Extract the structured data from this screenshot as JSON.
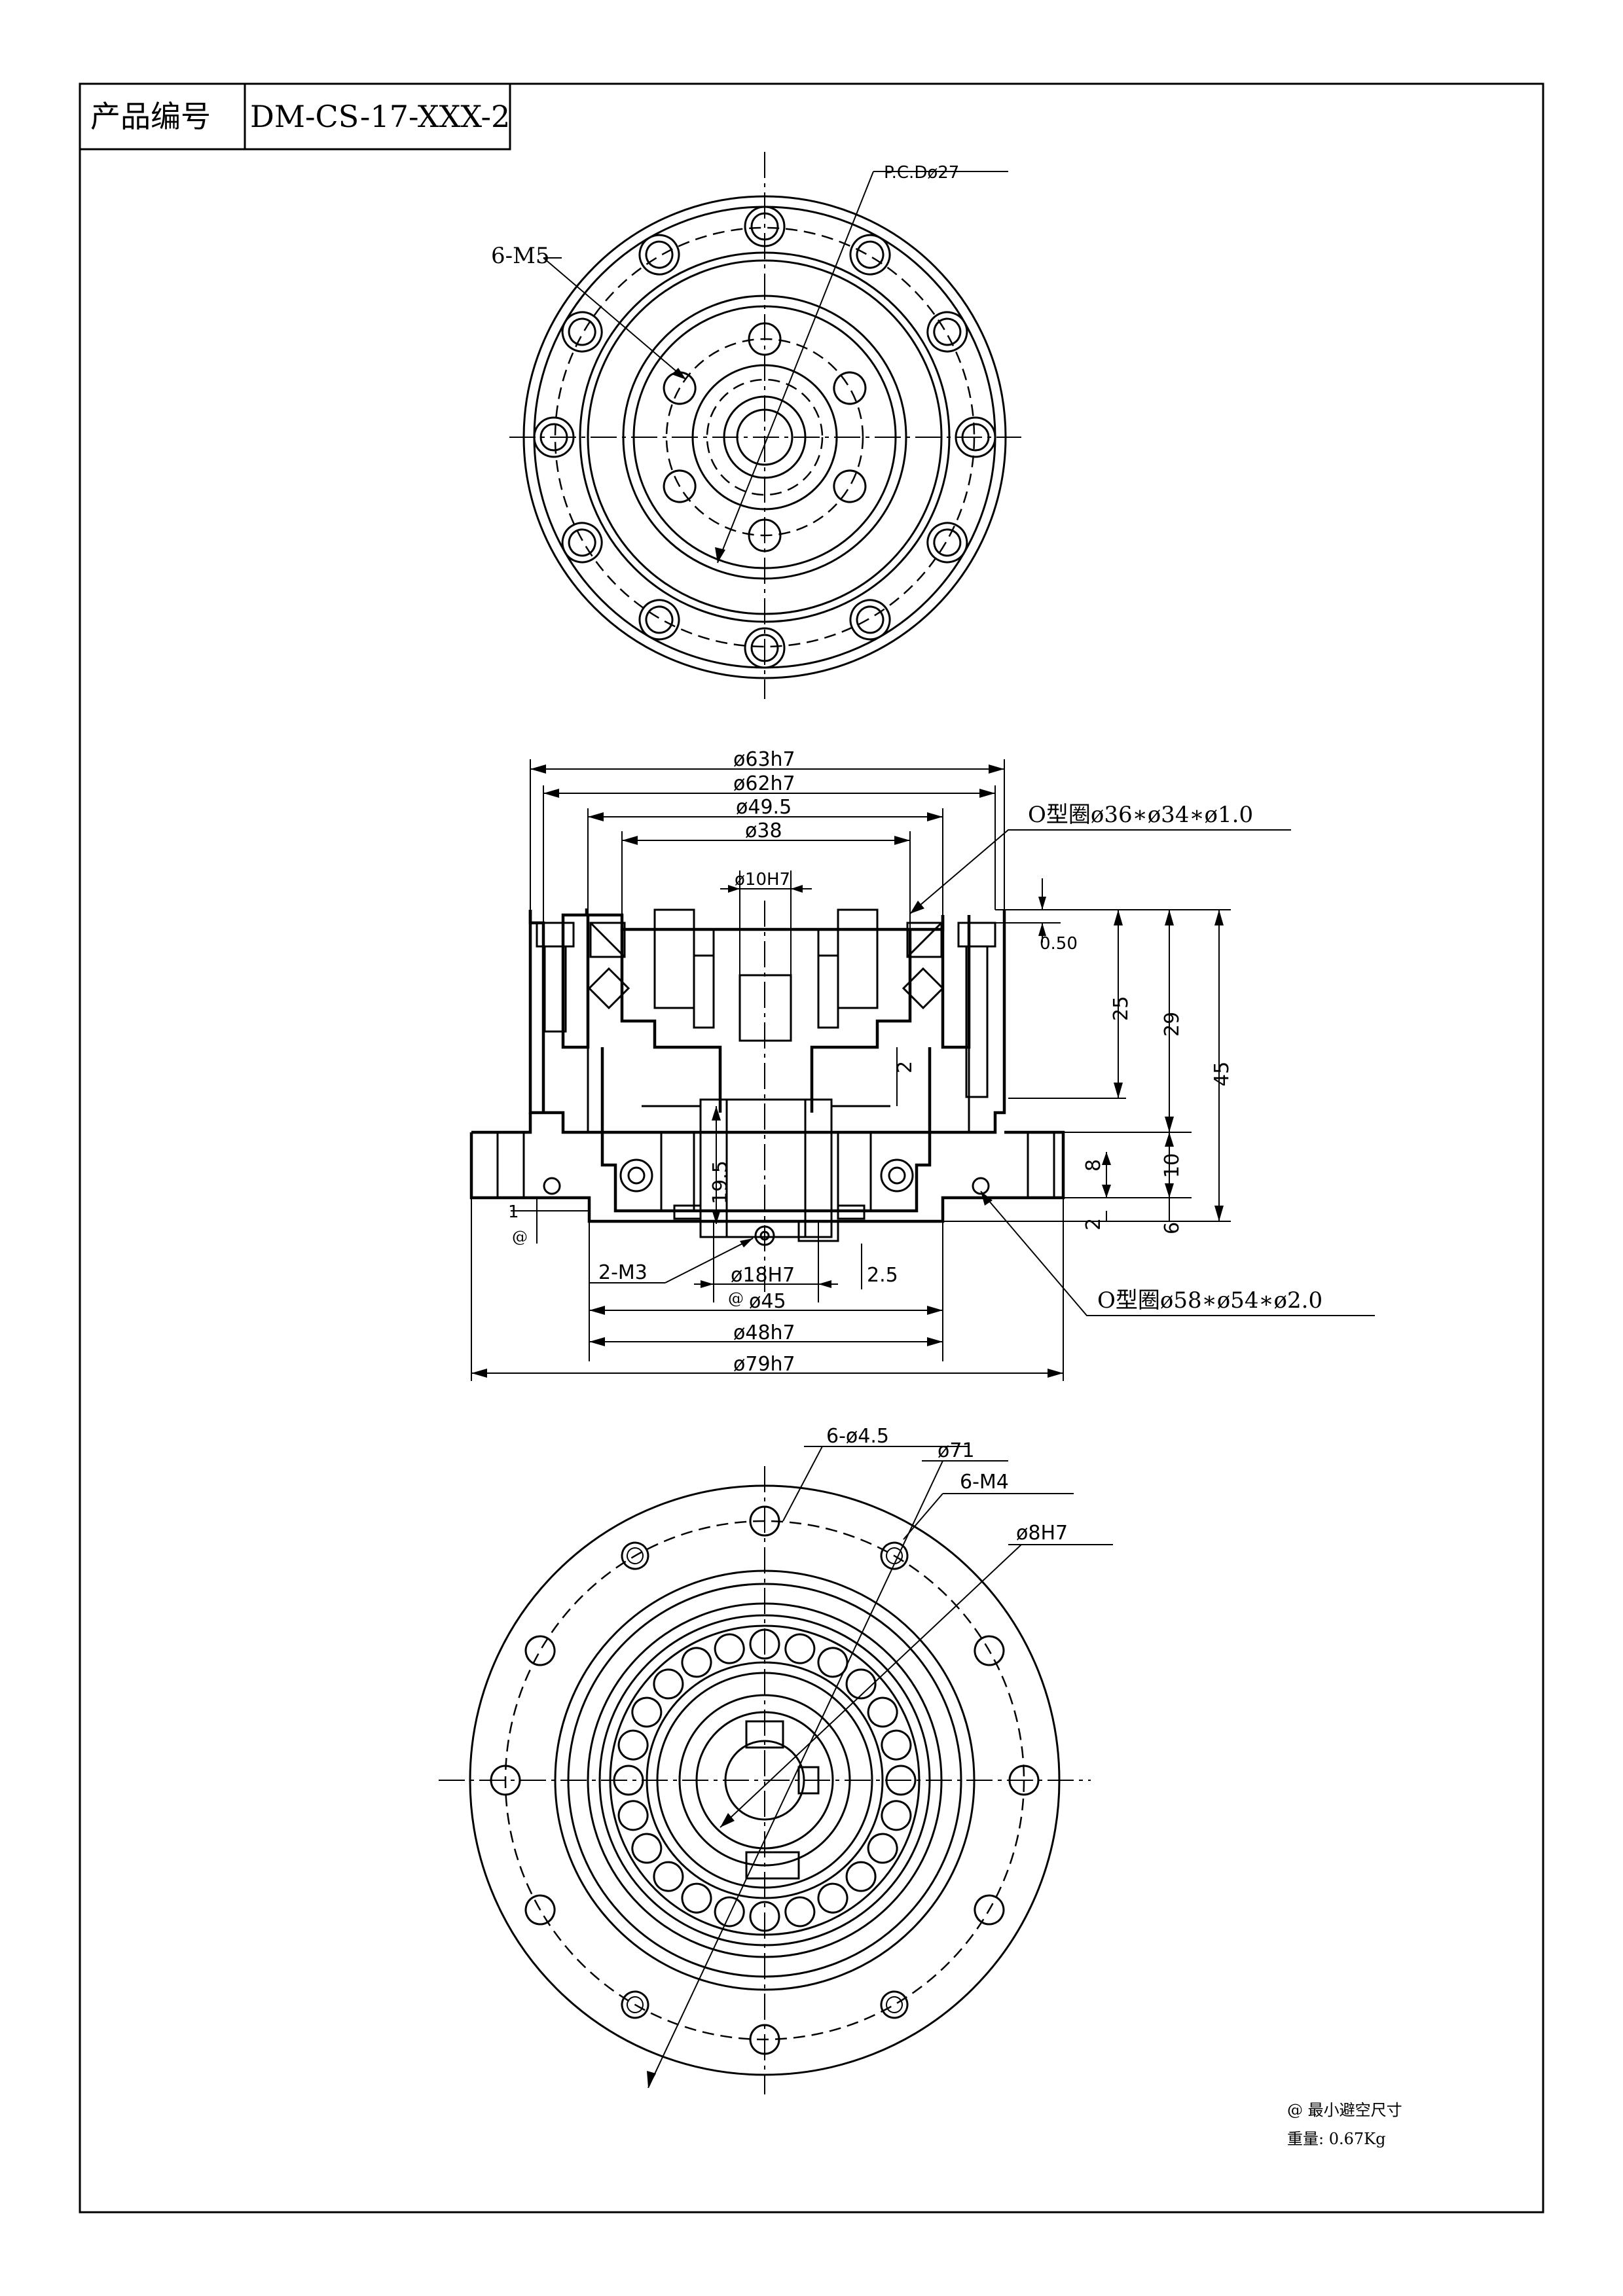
{
  "title_block": {
    "label": "产品编号",
    "product_code": "DM-CS-17-XXX-2"
  },
  "top_view": {
    "pcd_label": "P.C.Dø27",
    "thread_label": "6-M5"
  },
  "section_view": {
    "dims_top": [
      "ø63h7",
      "ø62h7",
      "ø49.5",
      "ø38",
      "ø10H7"
    ],
    "oring_top": "O型圈ø36∗ø34∗ø1.0",
    "gap_label": "0.50",
    "height_25": "25",
    "height_29": "29",
    "height_45": "45",
    "height_10": "10",
    "height_8": "8",
    "height_6": "6",
    "height_2a": "2",
    "height_2b": "2",
    "height_1": "1",
    "height_19_5": "19.5",
    "at_mark_left": "@",
    "thread_m3": "2-M3",
    "bore_18": "ø18H7",
    "depth_2_5": "2.5",
    "oring_bottom": "O型圈ø58∗ø54∗ø2.0",
    "at_mark_bottom": "@",
    "dims_bottom": [
      "ø45",
      "ø48h7",
      "ø79h7"
    ]
  },
  "bottom_view": {
    "holes_label": "6-ø4.5",
    "pcd_label": "ø71",
    "thread_label": "6-M4",
    "bore_label": "ø8H7"
  },
  "notes": {
    "clearance": "@ 最小避空尺寸",
    "weight": "重量: 0.67Kg"
  }
}
